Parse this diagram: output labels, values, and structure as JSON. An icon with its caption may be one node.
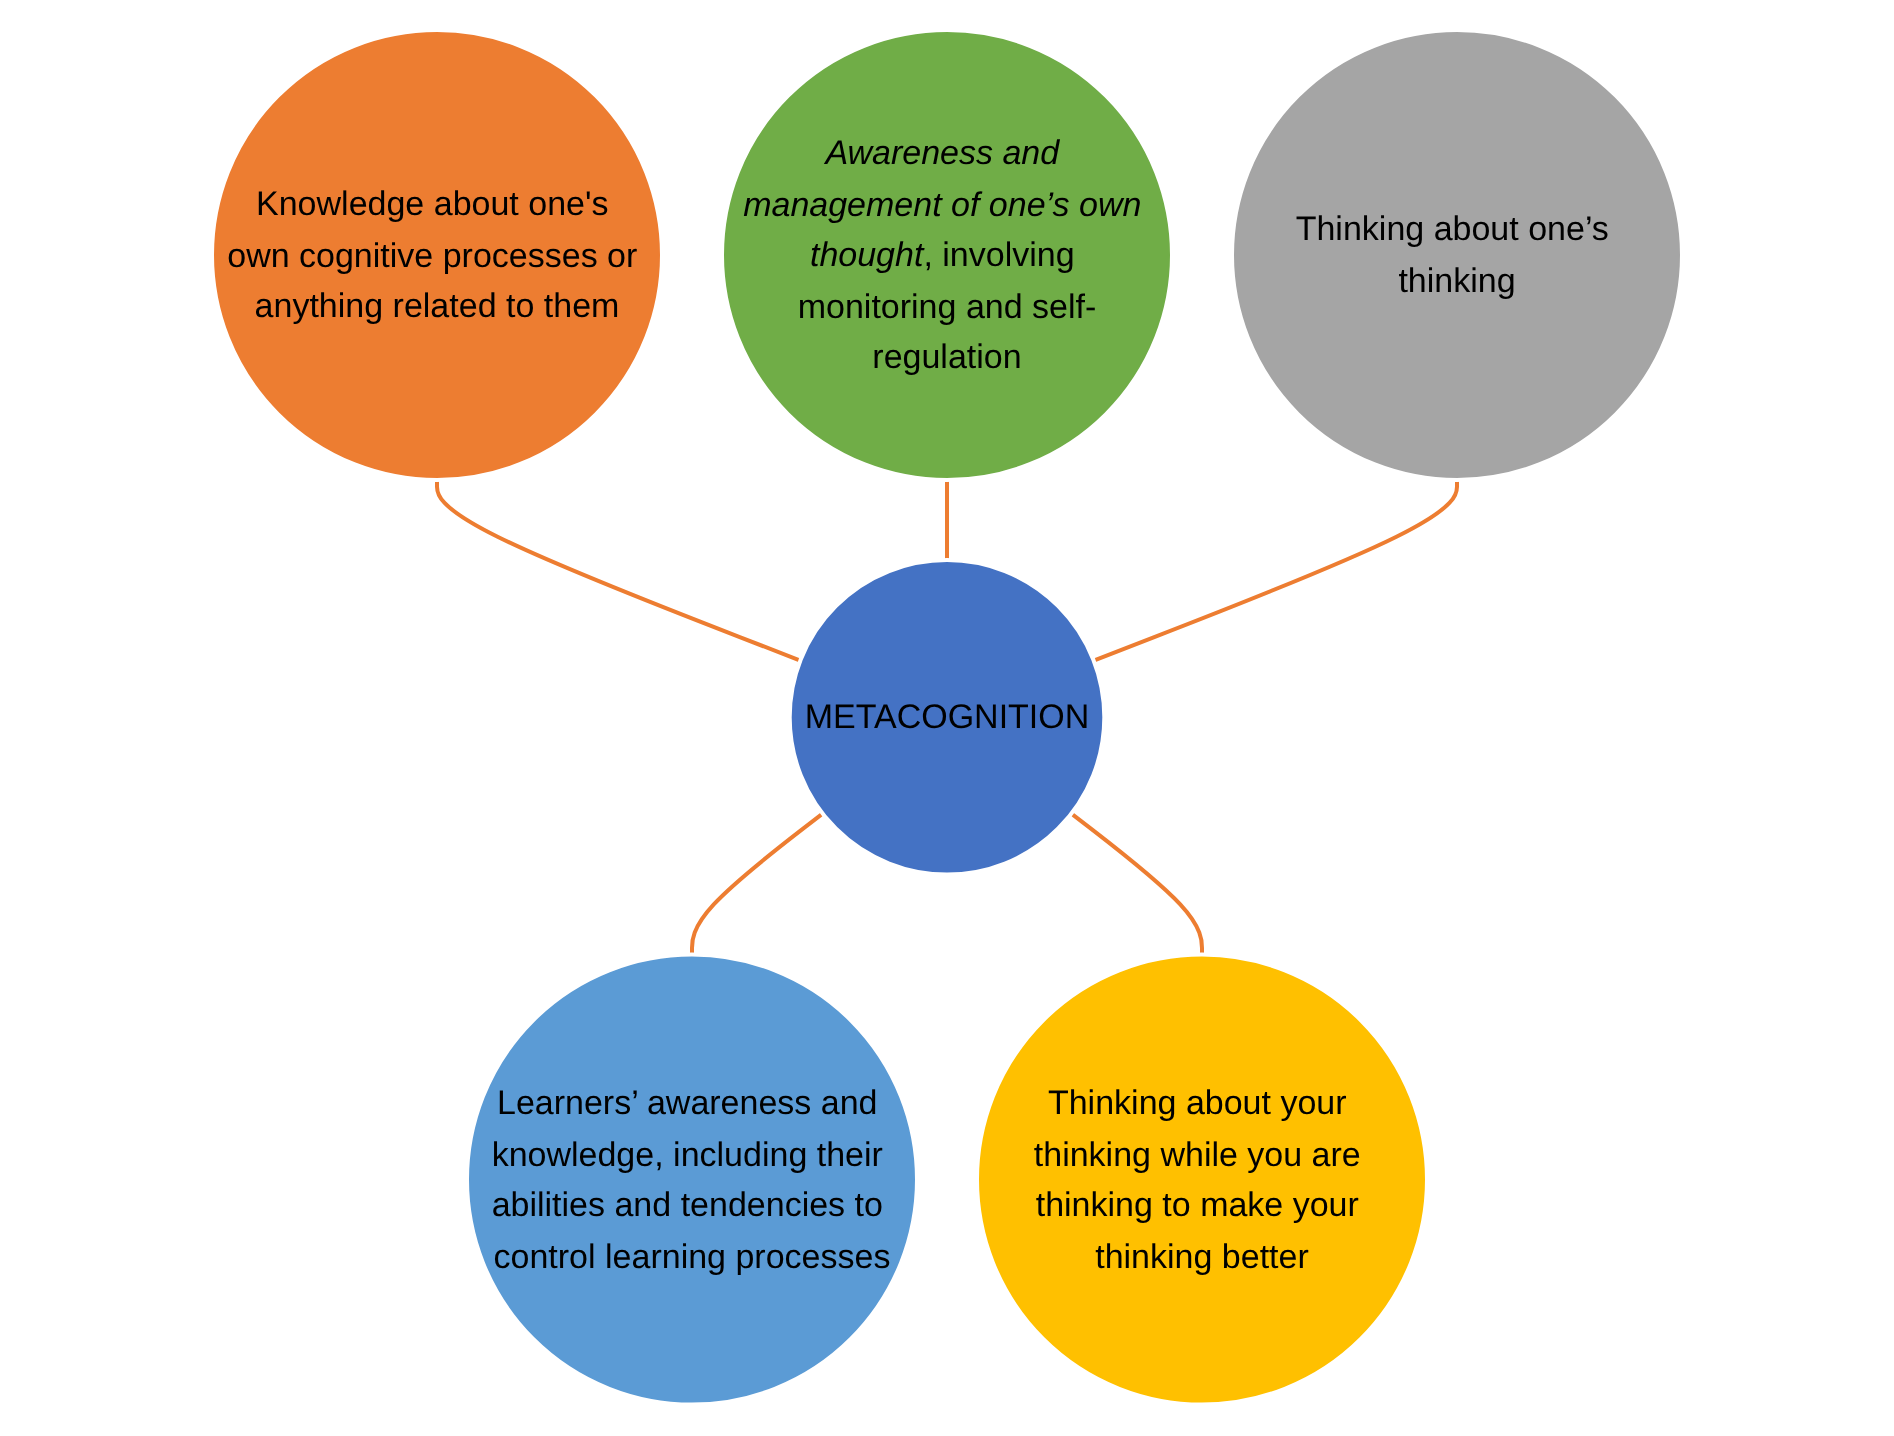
{
  "diagram": {
    "nodes": [
      {
        "text": [
          "Knowledge about one's own cognitive processes or anything related to them"
        ]
      },
      {
        "text": [
          "*Awareness and management of one’s own thought*, involving monitoring and self-regulation"
        ]
      },
      {
        "text": [
          "Thinking about one’s thinking"
        ]
      },
      {
        "text": [
          "METACOGNITION"
        ]
      },
      {
        "text": [
          "Learners’ awareness and knowledge, including their abilities and tendencies to control learning processes"
        ]
      },
      {
        "text": [
          "Thinking about your thinking while you are thinking to make your thinking better"
        ]
      }
    ],
    "edges": [
      {
        "from": 0,
        "to": 3,
        "arrow": "none"
      },
      {
        "from": 1,
        "to": 3,
        "arrow": "none"
      },
      {
        "from": 2,
        "to": 3,
        "arrow": "none"
      },
      {
        "from": 3,
        "to": 4,
        "arrow": "none"
      },
      {
        "from": 3,
        "to": 5,
        "arrow": "none"
      }
    ]
  }
}
